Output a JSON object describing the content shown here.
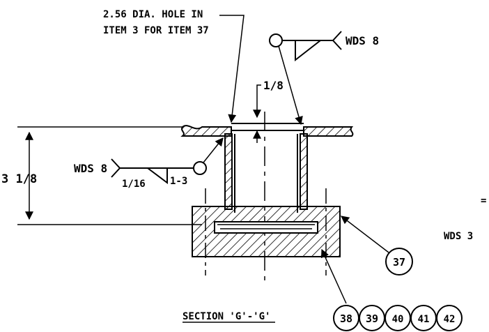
{
  "callouts": {
    "hole_note_line1": "2.56 DIA. HOLE IN",
    "hole_note_line2": "ITEM 3 FOR ITEM 37",
    "weld_top": "WDS 8",
    "weld_left": "WDS 8",
    "weld_left_size": "1/16",
    "weld_left_pitch": "1-3",
    "gap_dim": "1/8",
    "height_dim": "3 1/8",
    "right_partial_eq": "=",
    "right_partial_wds": "WDS 3"
  },
  "section_label": "SECTION 'G'-'G'",
  "item_balloons": [
    "37",
    "38",
    "39",
    "40",
    "41",
    "42"
  ]
}
